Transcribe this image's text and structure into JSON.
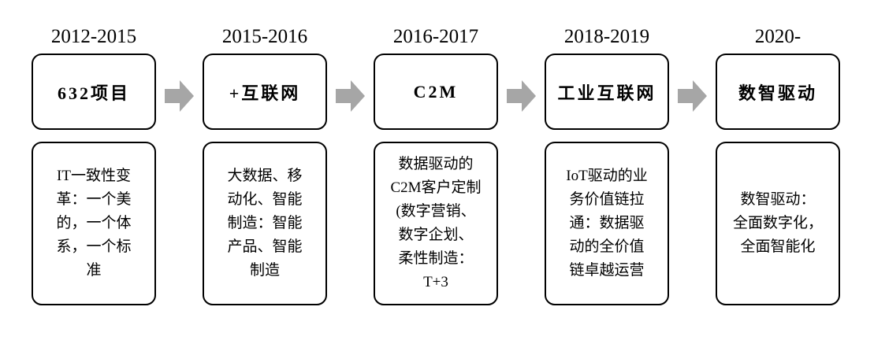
{
  "diagram": {
    "type": "timeline-flow",
    "arrow_color": "#a6a6a6",
    "box_border_color": "#000000",
    "box_background": "#ffffff",
    "text_color": "#000000",
    "stages": [
      {
        "period": "2012-2015",
        "title": "632项目",
        "description": "IT一致性变革：一个美的，一个体系，一个标准",
        "description_lines": [
          "IT一致性变",
          "革：一个美",
          "的，一个体",
          "系，一个标",
          "准"
        ]
      },
      {
        "period": "2015-2016",
        "title": "+互联网",
        "description": "大数据、移动化、智能制造：智能产品、智能制造",
        "description_lines": [
          "大数据、移",
          "动化、智能",
          "制造：智能",
          "产品、智能",
          "制造"
        ]
      },
      {
        "period": "2016-2017",
        "title": "C2M",
        "description": "数据驱动的C2M客户定制(数字营销、数字企划、柔性制造：T+3",
        "description_lines": [
          "数据驱动的",
          "C2M客户定制",
          "(数字营销、",
          "数字企划、",
          "柔性制造：",
          "T+3"
        ]
      },
      {
        "period": "2018-2019",
        "title": "工业互联网",
        "description": "IoT驱动的业务价值链拉通：数据驱动的全价值链卓越运营",
        "description_lines": [
          "IoT驱动的业",
          "务价值链拉",
          "通：数据驱",
          "动的全价值",
          "链卓越运营"
        ]
      },
      {
        "period": "2020-",
        "title": "数智驱动",
        "description": "数智驱动：全面数字化，全面智能化",
        "description_lines": [
          "数智驱动：",
          "全面数字化，",
          "全面智能化"
        ]
      }
    ]
  }
}
